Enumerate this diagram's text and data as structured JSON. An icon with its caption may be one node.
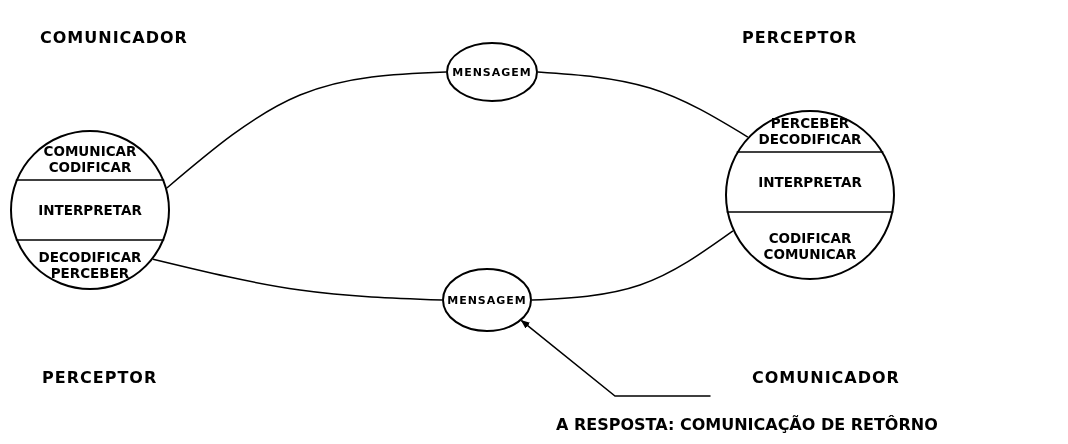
{
  "diagram": {
    "nodes": [
      {
        "text": [],
        "shape": "circle"
      },
      {
        "text": [
          "COMUNICAR CODIFICAR"
        ],
        "in": 0
      },
      {
        "text": [
          "INTERPRETAR"
        ],
        "in": 0
      },
      {
        "text": [
          "DECODIFICAR PERCEBER"
        ],
        "in": 0
      },
      {
        "text": [
          "MENSAGEM"
        ]
      },
      {
        "text": [],
        "shape": "circle"
      },
      {
        "text": [
          "PERCEBER DECODIFICAR"
        ],
        "in": 5
      },
      {
        "text": [
          "INTERPRETAR"
        ],
        "in": 5
      },
      {
        "text": [
          "CODIFICAR COMUNICAR"
        ],
        "in": 5
      },
      {
        "text": [
          "MENSAGEM"
        ]
      },
      {
        "text": [
          "A RESPOSTA: COMUNICAÇÃO DE RETÔRNO"
        ]
      }
    ],
    "edges": [
      {
        "from": 0,
        "to": 4,
        "arrow": "none"
      },
      {
        "from": 4,
        "to": 5,
        "arrow": "none"
      },
      {
        "from": 0,
        "to": 9,
        "arrow": "none"
      },
      {
        "from": 9,
        "to": 5,
        "arrow": "none"
      },
      {
        "from": 10,
        "to": 9,
        "arrow": "to"
      }
    ],
    "labels": [
      "COMUNICADOR",
      "PERCEPTOR",
      "PERCEPTOR",
      "COMUNICADOR"
    ]
  }
}
